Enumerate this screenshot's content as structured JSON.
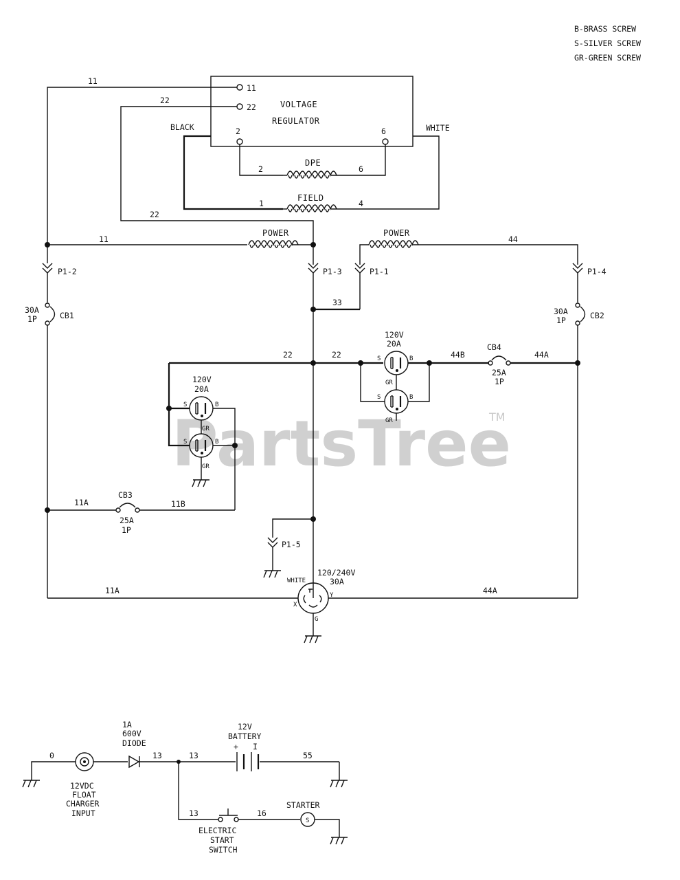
{
  "legend": [
    "B-BRASS SCREW",
    "S-SILVER SCREW",
    "GR-GREEN SCREW"
  ],
  "regulator": {
    "title_line1": "VOLTAGE",
    "title_line2": "REGULATOR",
    "term_11": "11",
    "term_22": "22",
    "term_2": "2",
    "term_6": "6"
  },
  "wire_colors": {
    "black": "BLACK",
    "white": "WHITE"
  },
  "coils": {
    "dpe": "DPE",
    "field": "FIELD",
    "power_left": "POWER",
    "power_right": "POWER"
  },
  "wires": {
    "w11_top": "11",
    "w22_top": "22",
    "w2": "2",
    "w6": "6",
    "w1": "1",
    "w4": "4",
    "w22_mid": "22",
    "w11_power": "11",
    "w44_power": "44",
    "w33": "33",
    "w22_bus_left": "22",
    "w22_bus_right": "22",
    "w44b": "44B",
    "w44a_cb4": "44A",
    "w11a_cb3": "11A",
    "w11b": "11B",
    "w11a_bottom": "11A",
    "w44a_bottom": "44A"
  },
  "plugs": {
    "p1_2": "P1-2",
    "p1_3": "P1-3",
    "p1_1": "P1-1",
    "p1_4": "P1-4",
    "p1_5": "P1-5"
  },
  "breakers": {
    "cb1": {
      "name": "CB1",
      "rating": "30A",
      "poles": "1P"
    },
    "cb2": {
      "name": "CB2",
      "rating": "30A",
      "poles": "1P"
    },
    "cb3": {
      "name": "CB3",
      "rating": "25A",
      "poles": "1P"
    },
    "cb4": {
      "name": "CB4",
      "rating": "25A",
      "poles": "1P"
    }
  },
  "outlets": {
    "left": {
      "voltage": "120V",
      "amps": "20A"
    },
    "right": {
      "voltage": "120V",
      "amps": "20A"
    },
    "twist": {
      "voltage": "120/240V",
      "amps": "30A",
      "white": "WHITE",
      "x": "X",
      "y": "Y",
      "g": "G"
    }
  },
  "outlet_terms": {
    "s": "S",
    "b": "B",
    "gr": "GR"
  },
  "charger": {
    "wire0": "0",
    "wire13a": "13",
    "wire13b": "13",
    "wire13c": "13",
    "wire55": "55",
    "wire16": "16",
    "diode_line1": "1A",
    "diode_line2": "600V",
    "diode_line3": "DIODE",
    "battery_line1": "12V",
    "battery_line2": "BATTERY",
    "plus": "+",
    "minus": "I",
    "input_line1": "12VDC",
    "input_line2": "FLOAT",
    "input_line3": "CHARGER",
    "input_line4": "INPUT",
    "switch_line1": "ELECTRIC",
    "switch_line2": "START",
    "switch_line3": "SWITCH",
    "starter": "STARTER",
    "starter_symbol": "S"
  },
  "watermark": {
    "text": "PartsTree",
    "tm": "TM"
  }
}
